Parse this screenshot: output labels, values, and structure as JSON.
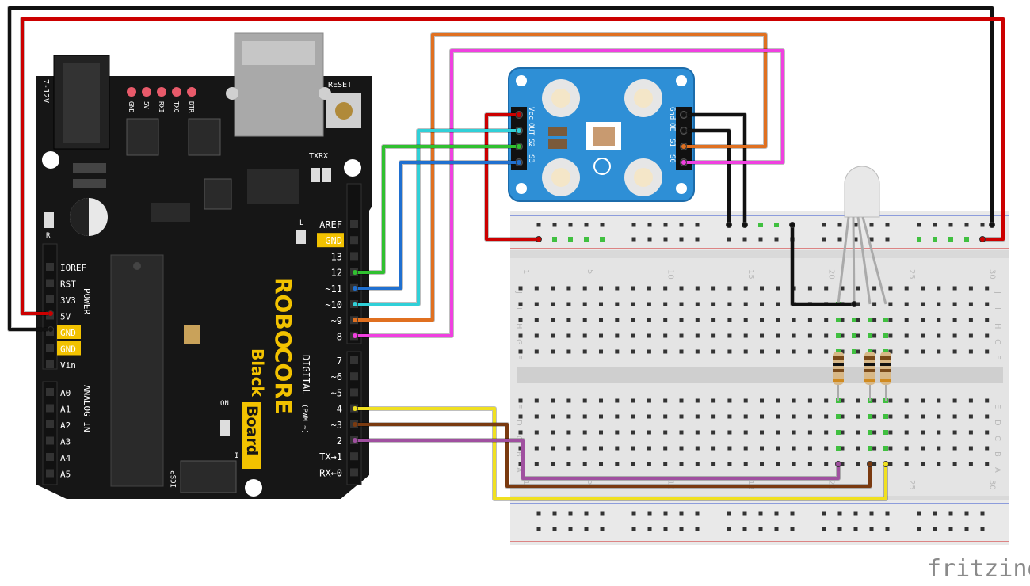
{
  "watermark": "fritzing",
  "arduino": {
    "brand_top": "ROBO",
    "brand_bottom": "CORE",
    "model_prefix": "Black",
    "model_suffix": "Board",
    "voltage": "7-12V",
    "reset": "RESET",
    "r_label": "R",
    "icsp": "ICSP",
    "on_label": "ON",
    "l_label": "L",
    "i_label": "I",
    "tx_rx": "TXRX",
    "digital_label": "DIGITAL",
    "pwm_label": "(PWM ~)",
    "power_label": "POWER",
    "analog_label": "ANALOG IN",
    "top_leds": [
      "GND",
      "5V",
      "RXI",
      "TXO",
      "DTR"
    ],
    "power_pins": [
      "IOREF",
      "RST",
      "3V3",
      "5V",
      "GND",
      "GND",
      "Vin"
    ],
    "analog_pins": [
      "A0",
      "A1",
      "A2",
      "A3",
      "A4",
      "A5"
    ],
    "digital_top": [
      "AREF",
      "GND",
      "13",
      "12",
      "~11",
      "~10",
      "~9",
      "8"
    ],
    "digital_bottom": [
      "7",
      "~6",
      "~5",
      "4",
      "~3",
      "2",
      "TX→1",
      "RX←0"
    ]
  },
  "sensor": {
    "left_pins": [
      "Vcc",
      "OUT",
      "S2",
      "S3"
    ],
    "right_pins": [
      "Gnd",
      "OE",
      "S1",
      "S0"
    ]
  },
  "breadboard": {
    "numbers_top": [
      "1",
      "5",
      "10",
      "15",
      "20",
      "25",
      "30"
    ],
    "numbers_bottom": [
      "1",
      "5",
      "10",
      "15",
      "20",
      "25",
      "30"
    ],
    "rows_top": [
      "J",
      "I",
      "H",
      "G",
      "F"
    ],
    "rows_bottom": [
      "E",
      "D",
      "C",
      "B",
      "A"
    ]
  },
  "colors": {
    "red": "#cc0000",
    "black": "#111111",
    "orange": "#e07020",
    "magenta": "#f040e0",
    "cyan": "#30d0d8",
    "green": "#30c030",
    "blue": "#2070d0",
    "yellow": "#f0e020",
    "brown": "#7a3a10",
    "purple": "#a050a0"
  }
}
